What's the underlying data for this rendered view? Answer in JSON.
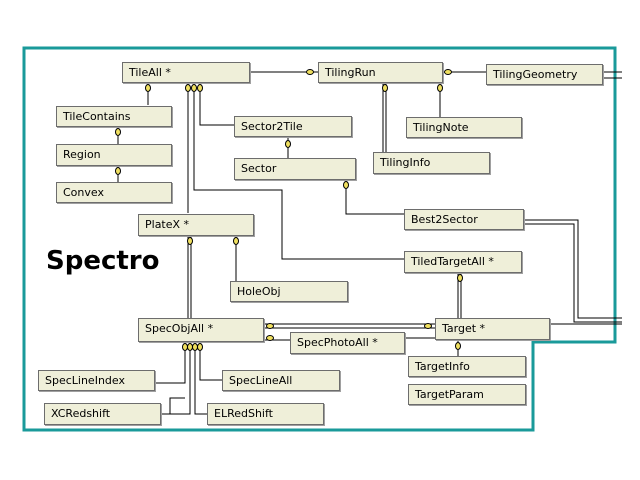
{
  "diagram_title": "Spectro",
  "colors": {
    "border": "#1a9a9a",
    "table_bg": "#efefd9",
    "key_marker": "#f0e060",
    "connector": "#000000"
  },
  "tables": {
    "tileall": "TileAll *",
    "tilingrun": "TilingRun",
    "tilinggeometry": "TilingGeometry",
    "tilecontains": "TileContains",
    "sector2tile": "Sector2Tile",
    "tilingnote": "TilingNote",
    "region": "Region",
    "sector": "Sector",
    "tilinginfo": "TilingInfo",
    "convex": "Convex",
    "platex": "PlateX *",
    "best2sector": "Best2Sector",
    "tiledtargetall": "TiledTargetAll *",
    "holeobj": "HoleObj",
    "specobjall": "SpecObjAll *",
    "target": "Target *",
    "specphotoall": "SpecPhotoAll *",
    "targetinfo": "TargetInfo",
    "speclineindex": "SpecLineIndex",
    "speclineall": "SpecLineAll",
    "targetparam": "TargetParam",
    "xcredshift": "XCRedshift",
    "elredshift": "ELRedShift"
  }
}
